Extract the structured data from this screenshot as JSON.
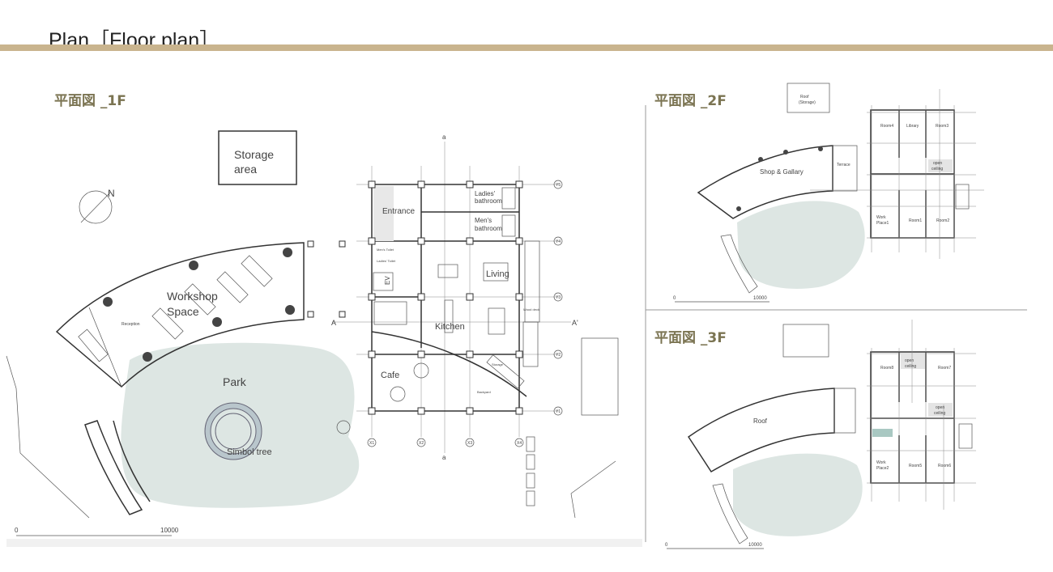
{
  "title": "Plan［Floor plan］",
  "headings": {
    "f1": "平面図 _1F",
    "f2": "平面図 _2F",
    "f3": "平面図 _3F"
  },
  "floor1": {
    "storage_area": [
      "Storage",
      "area"
    ],
    "workshop": [
      "Workshop",
      "Space"
    ],
    "reception": "Reception",
    "park": "Park",
    "symbol_tree": "Simbol tree",
    "entrance": "Entrance",
    "ladies_bathroom": [
      "Ladies'",
      "bathroom"
    ],
    "mens_bathroom": [
      "Men's",
      "bathroom"
    ],
    "mens_toilet": "Men's Toilet",
    "ladies_toilet": "Ladies' Toilet",
    "ev": "EV",
    "living": "Living",
    "kitchen": "Kitchen",
    "wood_deck": "Wood deck",
    "cafe": "Cafe",
    "storage": "Storage",
    "backyard": "Backyard",
    "grid_y": [
      "Y5",
      "Y4",
      "Y3",
      "Y2",
      "Y1"
    ],
    "grid_x": [
      "X1",
      "X2",
      "X3",
      "X4"
    ],
    "section_a": "A",
    "section_a2": "A'",
    "section_b": "a",
    "north": "N",
    "scale": [
      "0",
      "10000"
    ]
  },
  "floor2": {
    "roof_storage": [
      "Roof",
      "(Storage)"
    ],
    "shop": "Shop & Gallary",
    "terrace": "Terrace",
    "room4": "Room4",
    "library": "Library",
    "room3": "Room3",
    "open_ceiling": [
      "open",
      "ceiling"
    ],
    "work_place": [
      "Work",
      "Place1"
    ],
    "room1": "Room1",
    "room2": "Room2",
    "scale": [
      "0",
      "10000"
    ]
  },
  "floor3": {
    "roof": "Roof",
    "room8": "Room8",
    "room7": "Room7",
    "open_ceiling": [
      "open",
      "ceiling"
    ],
    "work_place": [
      "Work",
      "Place2"
    ],
    "room5": "Room5",
    "room6": "Room6",
    "scale": [
      "0",
      "10000"
    ]
  },
  "colors": {
    "accent_bar": "#c9b48e",
    "heading": "#7b7452",
    "park": "#dde6e3"
  }
}
